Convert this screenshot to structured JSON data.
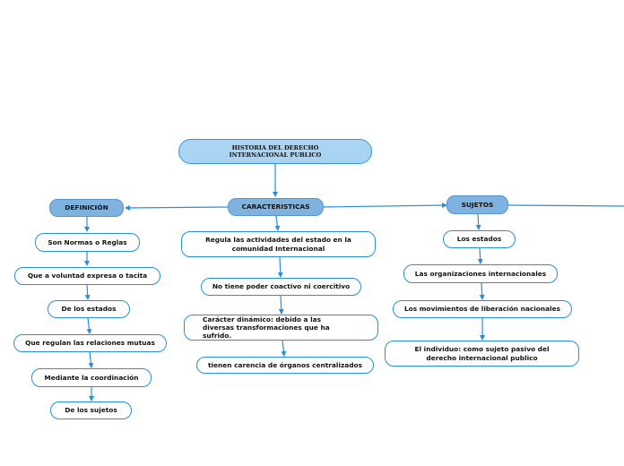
{
  "map": {
    "root": "HISTORIA DEL DERECHO INTERNACIONAL PUBLICO",
    "definicion": {
      "title": "DEFINICIÓN",
      "items": [
        "Son Normas o Reglas",
        "Que a voluntad expresa o tacita",
        "De los estados",
        "Que regulan las relaciones mutuas",
        "Mediante la coordinación",
        "De los sujetos"
      ]
    },
    "caracteristicas": {
      "title": "CARACTERISTICAS",
      "items": [
        "Regula las actividades del estado en la comunidad Internacional",
        "No tiene poder coactivo ni coercitivo",
        "Carácter dinámico: debido a las diversas transformaciones que ha sufrido.",
        "tienen carencia de órganos centralizados"
      ]
    },
    "sujetos": {
      "title": "SUJETOS",
      "items": [
        "Los estados",
        "Las organizaciones internacionales",
        "Los movimientos de liberación nacionales",
        "El individuo: como sujeto pasivo del derecho internacional publico"
      ]
    }
  },
  "colors": {
    "line": "#2a8fd6",
    "root_fill": "#a9d4f3",
    "branch_fill": "#7fb2df",
    "node_border": "#2a8fd6"
  }
}
